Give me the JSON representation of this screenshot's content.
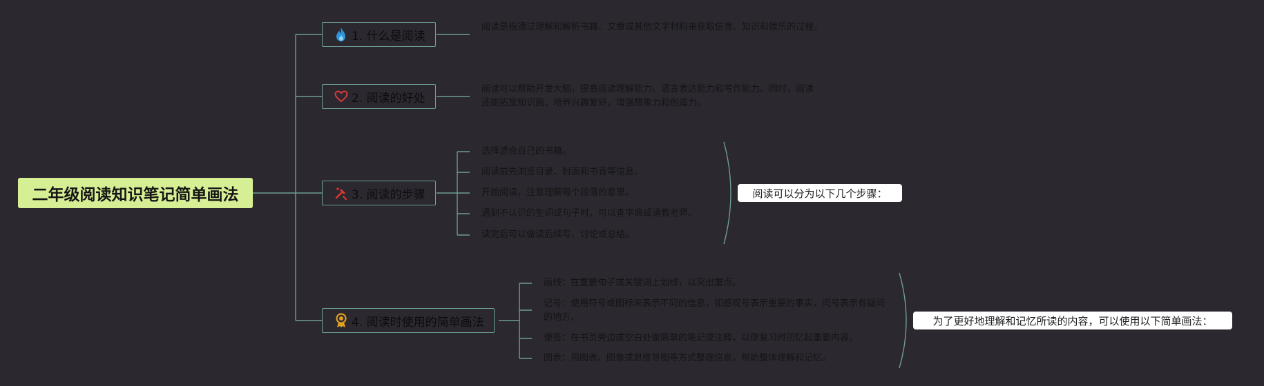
{
  "root": {
    "title": "二年级阅读知识笔记简单画法"
  },
  "branches": [
    {
      "icon": "fire-icon",
      "label": "1. 什么是阅读",
      "items": [
        "阅读是指通过理解和解析书籍、文章或其他文字材料来获取信息、知识和娱乐的过程。"
      ]
    },
    {
      "icon": "heart-icon",
      "label": "2. 阅读的好处",
      "items": [
        "阅读可以帮助开发大脑，提高阅读理解能力、语言表达能力和写作能力。同时，阅读还能拓宽知识面，培养兴趣爱好，增强想象力和创造力。"
      ]
    },
    {
      "icon": "tools-icon",
      "label": "3. 阅读的步骤",
      "items": [
        "选择适合自己的书籍。",
        "阅读前先浏览目录、封面和书背等信息。",
        "开始阅读，注意理解每个段落的意思。",
        "遇到不认识的生词或句子时，可以查字典或请教老师。",
        "读完后可以做读后续写、讨论或总结。"
      ],
      "summary": "阅读可以分为以下几个步骤："
    },
    {
      "icon": "award-icon",
      "label": "4. 阅读时使用的简单画法",
      "items": [
        "画线：在重要句子或关键词上划线，以突出重点。",
        "记号：使用符号或图标来表示不同的信息，如感叹号表示重要的事实，问号表示有疑问的地方。",
        "便签：在书页旁边或空白处做简单的笔记或注释，以便复习时回忆起重要内容。",
        "图表：用图表、图像或思维导图等方式整理信息，帮助整体理解和记忆。"
      ],
      "summary": "为了更好地理解和记忆所读的内容，可以使用以下简单画法："
    }
  ],
  "colors": {
    "background": "#2b2830",
    "root_fill": "#d6ef94",
    "connector": "#6e9e98",
    "fire_icon": "#2f95dc",
    "heart_icon": "#d83a3a",
    "tools_icon": "#d8382f",
    "award_icon": "#e0a020"
  }
}
